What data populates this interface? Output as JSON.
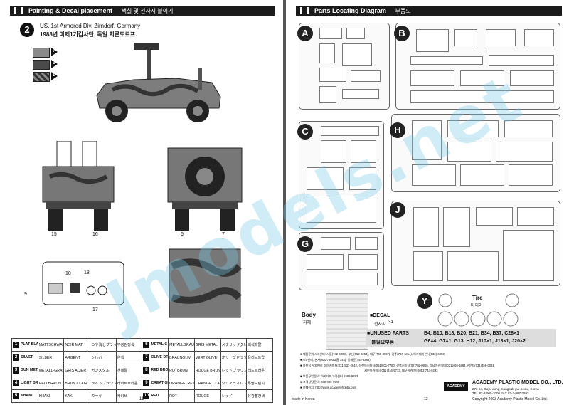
{
  "left": {
    "header_title": "Painting & Decal placement",
    "header_sub": "색칠 및 전사지 붙이기",
    "step": "2",
    "caption_line1": "US. 1st Armored Div. Zirndorf, Germany",
    "caption_line2": "1988년 미제1기갑사단, 독일 치른도르프.",
    "swatches": [
      {
        "num": "7",
        "color": "#8a8a8a",
        "pattern": "dots"
      },
      {
        "num": "3",
        "color": "#4a4a4a",
        "pattern": "solid"
      },
      {
        "num": "1",
        "color": "#555555",
        "pattern": "camo"
      }
    ],
    "callouts": [
      "15",
      "16",
      "6",
      "7",
      "10",
      "18",
      "9",
      "17"
    ],
    "page_number": "11",
    "paint_table": [
      [
        "1",
        "PLAT BLACK",
        "MATTSCHWARZ",
        "NOIR MAT",
        "つや消しブラック",
        "무광검정색",
        "6",
        "METALIC GRAY",
        "METALLGRAU",
        "GRIS METAL",
        "メタリックグレイ",
        "회색메탈"
      ],
      [
        "2",
        "SILVER",
        "SILBER",
        "ARGENT",
        "シルバー",
        "은색",
        "7",
        "OLIVE DRAB",
        "BRAUNOLIV",
        "VERT OLIVE",
        "オリーブドラブ",
        "올리브드랍"
      ],
      [
        "3",
        "GUN METAL",
        "METALL-GRAU",
        "GRIS ACIER",
        "ガンメタル",
        "건메탈",
        "8",
        "RED BROWN",
        "ROTBRUN",
        "ROUGE BRUN",
        "レッドブラウン",
        "레드브라운"
      ],
      [
        "4",
        "LIGHT BROWN",
        "HELLBRAUN",
        "BRUN CLAIR",
        "ライトブラウン",
        "라이트브라운",
        "9",
        "CREAT ORANGE",
        "ORANGE, REIN",
        "ORANGE CLAIR",
        "クリアーオレンジ",
        "투명오렌지"
      ],
      [
        "5",
        "KHAKI",
        "KHAKI",
        "KAKI",
        "カーキ",
        "카키색",
        "10",
        "RED",
        "ROT",
        "ROUGE",
        "レッド",
        "유광빨강색"
      ]
    ]
  },
  "right": {
    "header_title": "Parts Locating Diagram",
    "header_sub": "부품도",
    "sprues": [
      "A",
      "B",
      "C",
      "H",
      "G",
      "J",
      "Y"
    ],
    "tire_label": "Tire",
    "tire_label_ko": "타이어",
    "body_label": "Body",
    "body_label_ko": "차체",
    "decal_label": "DECAL",
    "decal_label_ko": "전사지",
    "decal_qty": "×1",
    "unused_title": "UNUSED PARTS",
    "unused_title_ko": "불필요부품",
    "unused_line1": "B4, B10, B18, B20, B21, B34, B37, C28×1",
    "unused_line2": "G6×4, G7×1, G13, H12, J10×1, J13×1, J20×2",
    "contacts": [
      "■ 제품문의 A/S센터: 서울(742-9293), 부산(552-0253), 대구(755-3997), 광주(796-1314), 아카데미본사(032)-6293",
      "■ A/S센터: 본사(800-7900교환 145), 동래문(745-9293)",
      "■ 총판점 A/S센터: 동아커미터(031)937-2842, 정한아커미터(051)801-7780, 강북커미터(02)702-0906, 강남아커미터(031)465-6884, A문자(031)458-0031",
      "서면아커미터(051)816-9773, 대구아커미터(053)744-9293",
      "■ 부품구입문의: 아카데미고객센터 1588-9293",
      "■ 고객상담문의: 080-900-7900",
      "■ 홈페이지: http://www.academyhobby.com"
    ],
    "company_logo": "ACADEMY",
    "company_name": "ACADEMY PLASTIC MODEL CO., LTD.",
    "company_addr1": "273-64, Suyu-dong, Kangbuk-gu, Seoul, Korea",
    "company_addr2": "TEL.82-2-905-7000 FAX.82-2-997-3593",
    "made_in": "Made in Korea",
    "page_number": "12",
    "copyright": "Copyright 2003 Academy Plastic Model Co.,Ltd."
  },
  "watermark": "Jmodels.net"
}
